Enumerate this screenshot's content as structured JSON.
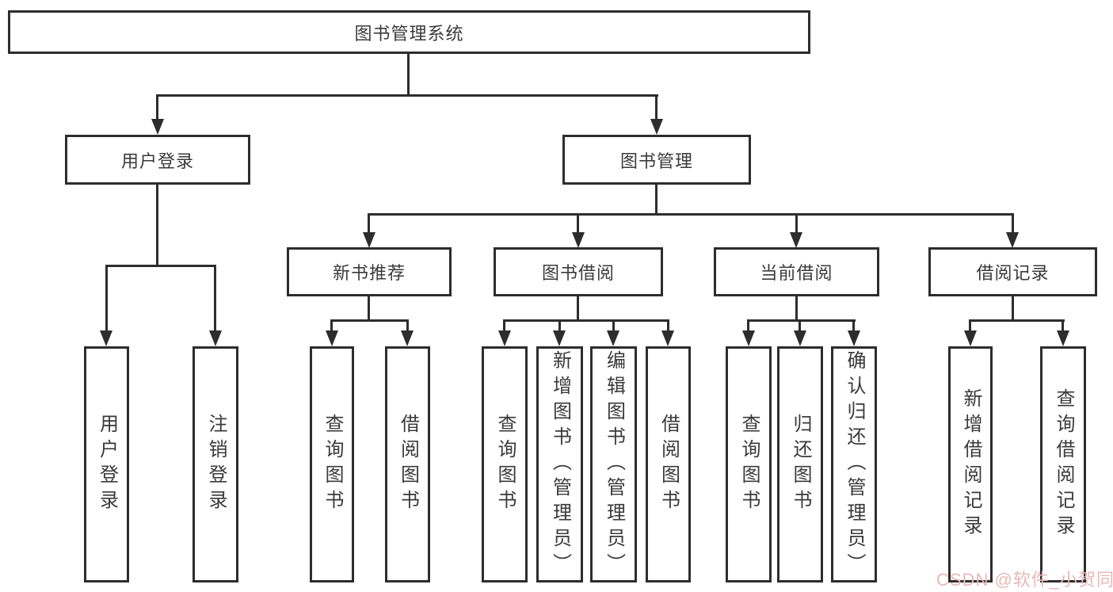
{
  "diagram": {
    "root": "图书管理系统",
    "branches": {
      "user_login": "用户登录",
      "book_management": "图书管理"
    },
    "modules": {
      "new_book_recommend": "新书推荐",
      "book_borrow": "图书借阅",
      "current_borrow": "当前借阅",
      "borrow_record": "借阅记录"
    },
    "leaves": {
      "user_login": [
        "用户登录",
        "注销登录"
      ],
      "new_book_recommend": [
        "查询图书",
        "借阅图书"
      ],
      "book_borrow": [
        "查询图书",
        "新增图书（管理员）",
        "编辑图书（管理员）",
        "借阅图书"
      ],
      "current_borrow": [
        "查询图书",
        "归还图书",
        "确认归还（管理员）"
      ],
      "borrow_record": [
        "新增借阅记录",
        "查询借阅记录"
      ]
    }
  },
  "watermark": {
    "text": "CSDN @软件_小贺同学",
    "color": "#e9b8b8"
  },
  "colors": {
    "line": "#2d2d2d",
    "text": "#3a3a3a",
    "node_background": "#ffffff",
    "page_background": "#ffffff"
  }
}
